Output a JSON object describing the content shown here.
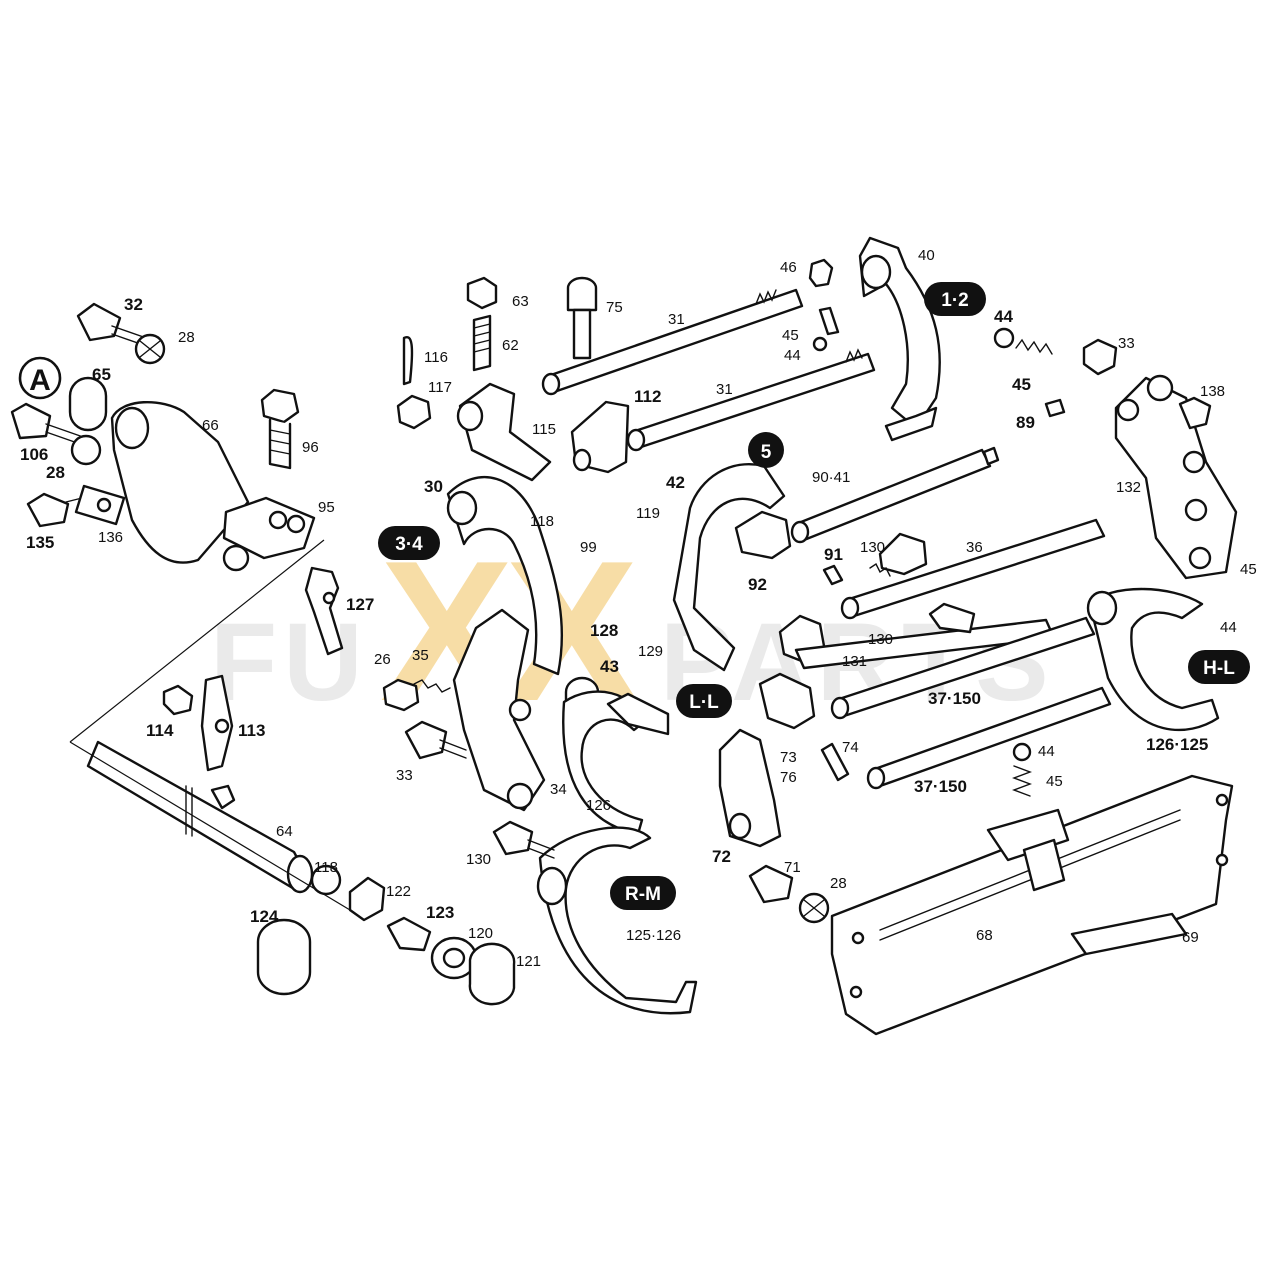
{
  "diagram": {
    "watermark": {
      "left": "FU",
      "x1": "X",
      "x2": "X",
      "right": "PARTS"
    },
    "group_badges": [
      "A",
      "1·2",
      "5",
      "3·4",
      "L·L",
      "H-L",
      "R-M"
    ],
    "labels": [
      "32",
      "28",
      "65",
      "66",
      "106",
      "28",
      "135",
      "136",
      "96",
      "95",
      "127",
      "114",
      "113",
      "64",
      "118",
      "122",
      "123",
      "124",
      "120",
      "121",
      "116",
      "117",
      "63",
      "62",
      "75",
      "31",
      "31",
      "112",
      "115",
      "46",
      "40",
      "45",
      "44",
      "44",
      "45",
      "33",
      "138",
      "89",
      "132",
      "45",
      "44",
      "30",
      "118",
      "119",
      "42",
      "90·41",
      "99",
      "91",
      "130",
      "36",
      "92",
      "128",
      "129",
      "130",
      "131",
      "26",
      "35",
      "43",
      "37·150",
      "33",
      "34",
      "126",
      "73",
      "76",
      "74",
      "37·150",
      "44",
      "45",
      "126·125",
      "130",
      "72",
      "71",
      "28",
      "125·126",
      "68",
      "69"
    ]
  }
}
